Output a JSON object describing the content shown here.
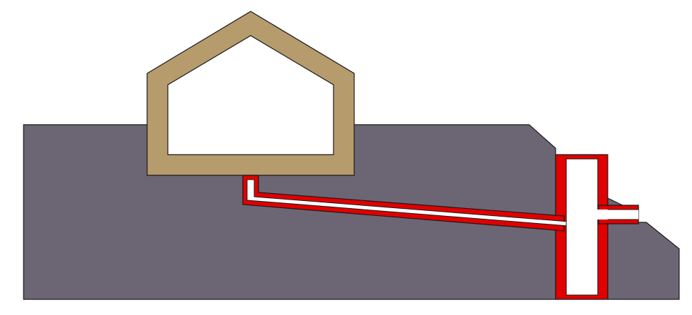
{
  "diagram": {
    "colors": {
      "background": "#ffffff",
      "ground": "#6c6674",
      "house_wall": "#b69b6c",
      "house_interior": "#ffffff",
      "pipe_wall": "#e10000",
      "pipe_interior": "#ffffff",
      "outline": "#1a1a1a"
    },
    "elements": [
      "ground",
      "house",
      "drain-pipe",
      "vertical-shaft",
      "outlet-pipe"
    ]
  }
}
